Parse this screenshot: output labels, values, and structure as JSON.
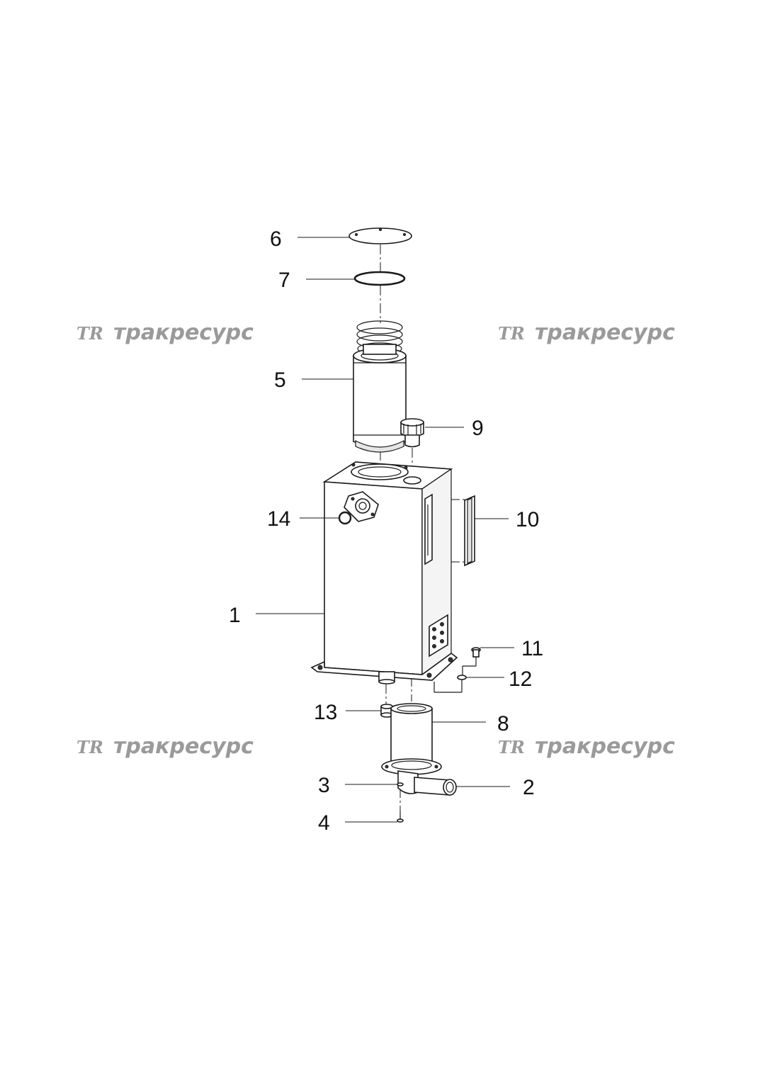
{
  "watermarks": [
    {
      "logo": "TR",
      "text": "тракресурс"
    },
    {
      "logo": "TR",
      "text": "тракресурс"
    },
    {
      "logo": "TR",
      "text": "тракресурс"
    },
    {
      "logo": "TR",
      "text": "тракресурс"
    }
  ],
  "callouts": {
    "tank": "1",
    "elbow_pipe": "2",
    "washer_3": "3",
    "screw_4": "4",
    "filter_element": "5",
    "cover_plate": "6",
    "o_ring": "7",
    "suction_pipe": "8",
    "filler_cap": "9",
    "level_gauge": "10",
    "bolt_11": "11",
    "washer_12": "12",
    "drain_plug": "13",
    "plug_14": "14"
  }
}
